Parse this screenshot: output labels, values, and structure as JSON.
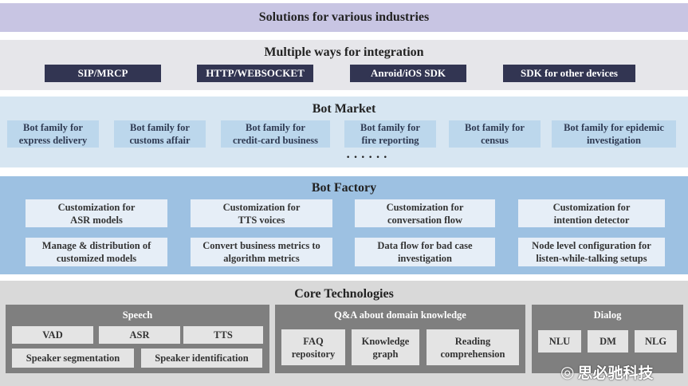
{
  "solutions": {
    "title": "Solutions for various industries"
  },
  "integration": {
    "title": "Multiple ways for integration",
    "items": [
      "SIP/MRCP",
      "HTTP/WEBSOCKET",
      "Anroid/iOS SDK",
      "SDK for other devices"
    ]
  },
  "market": {
    "title": "Bot Market",
    "items": [
      [
        "Bot family for",
        "express delivery"
      ],
      [
        "Bot family for",
        "customs affair"
      ],
      [
        "Bot family for",
        "credit-card business"
      ],
      [
        "Bot family for",
        "fire reporting"
      ],
      [
        "Bot family for",
        "census"
      ],
      [
        "Bot family for epidemic",
        "investigation"
      ]
    ],
    "ellipsis": "·  ·  ·  ·  ·  ·"
  },
  "factory": {
    "title": "Bot Factory",
    "items": [
      [
        "Customization for",
        "ASR models"
      ],
      [
        "Customization for",
        "TTS voices"
      ],
      [
        "Customization for",
        "conversation flow"
      ],
      [
        "Customization for",
        "intention detector"
      ],
      [
        "Manage & distribution of",
        "customized models"
      ],
      [
        "Convert business metrics to",
        "algorithm metrics"
      ],
      [
        "Data flow for bad case",
        "investigation"
      ],
      [
        "Node level configuration for",
        "listen-while-talking setups"
      ]
    ]
  },
  "core": {
    "title": "Core Technologies",
    "speech": {
      "title": "Speech",
      "items": [
        "VAD",
        "ASR",
        "TTS",
        "Speaker segmentation",
        "Speaker identification"
      ]
    },
    "qa": {
      "title": "Q&A about domain knowledge",
      "items": [
        [
          "FAQ",
          "repository"
        ],
        [
          "Knowledge",
          "graph"
        ],
        [
          "Reading",
          "comprehension"
        ]
      ]
    },
    "dialog": {
      "title": "Dialog",
      "items": [
        "NLU",
        "DM",
        "NLG"
      ]
    }
  },
  "watermark": {
    "text": "思必驰科技",
    "icon": "weibo-icon"
  }
}
